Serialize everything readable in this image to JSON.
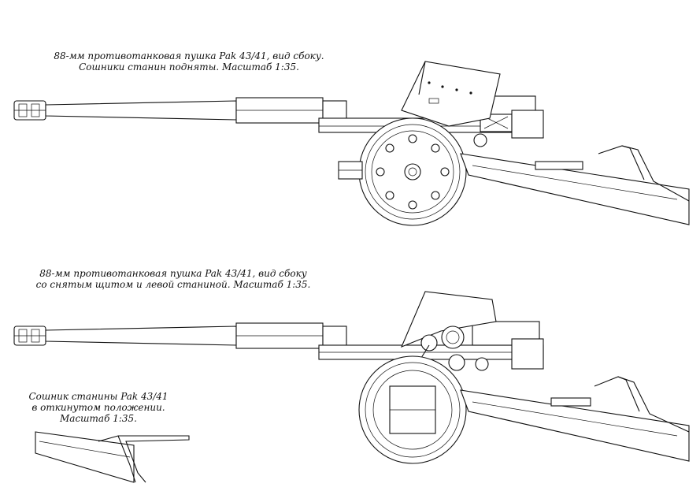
{
  "captions": {
    "side_view_raised": {
      "line1": "88-мм противотанковая пушка Pak 43/41, вид сбоку.",
      "line2": "Сошники станин подняты. Масштаб 1:35."
    },
    "side_view_no_shield": {
      "line1": "88-мм противотанковая пушка Pak 43/41, вид сбоку",
      "line2": "со снятым щитом и левой станиной. Масштаб 1:35."
    },
    "spade_detail": {
      "line1": "Сошник станины Pak 43/41",
      "line2": "в откинутом положении.",
      "line3": "Масштаб 1:35."
    }
  },
  "colors": {
    "line": "#111111",
    "background": "#ffffff"
  }
}
